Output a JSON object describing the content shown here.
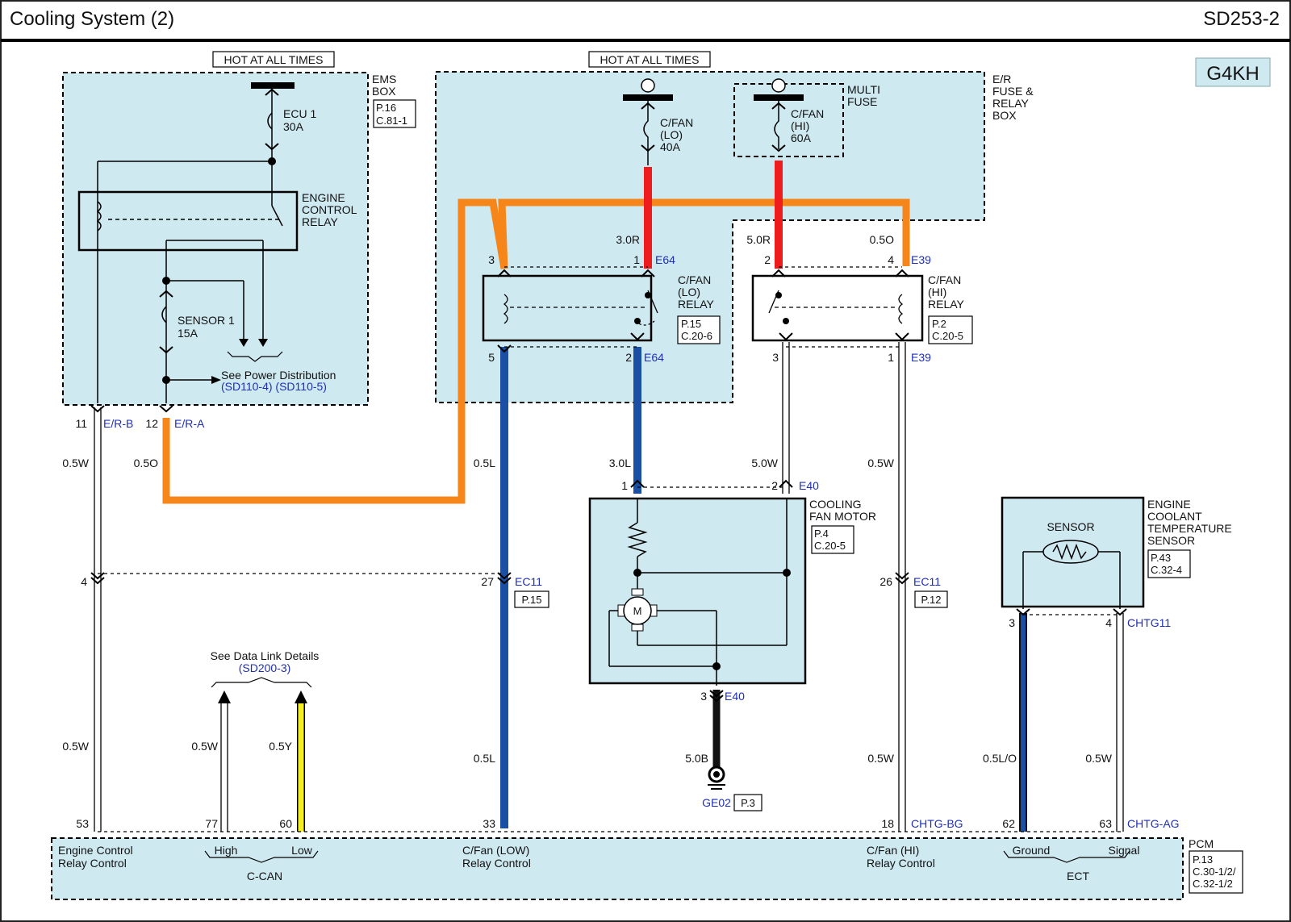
{
  "header": {
    "title": "Cooling System (2)",
    "page_code": "SD253-2",
    "engine_badge": "G4KH"
  },
  "colors": {
    "box_fill": "#cfe9f1",
    "wire_orange": "#f7861a",
    "wire_red": "#ee1c1c",
    "wire_blue": "#1b4fa3",
    "wire_yellow": "#f4ee1c",
    "wire_black": "#111111",
    "connector_text": "#1e2fb4"
  },
  "labels": {
    "hot1": "HOT AT ALL TIMES",
    "hot2": "HOT AT ALL TIMES",
    "ems1": "EMS",
    "ems2": "BOX",
    "ems_ref1": "P.16",
    "ems_ref2": "C.81-1",
    "ecu1": "ECU 1",
    "ecu2": "30A",
    "ecr1": "ENGINE",
    "ecr2": "CONTROL",
    "ecr3": "RELAY",
    "sen1": "SENSOR 1",
    "sen2": "15A",
    "spd1": "See Power Distribution",
    "spd2": "(SD110-4) (SD110-5)",
    "er1": "E/R",
    "er2": "FUSE &",
    "er3": "RELAY",
    "er4": "BOX",
    "mf1": "MULTI",
    "mf2": "FUSE",
    "cflo1": "C/FAN",
    "cflo2": "(LO)",
    "cflo3": "40A",
    "cfhi1": "C/FAN",
    "cfhi2": "(HI)",
    "cfhi3": "60A",
    "w_30r": "3.0R",
    "w_50r": "5.0R",
    "w_05o_top": "0.5O",
    "p3": "3",
    "p1": "1",
    "e64a": "E64",
    "p2a": "2",
    "p4a": "4",
    "e39a": "E39",
    "rlo1": "C/FAN",
    "rlo2": "(LO)",
    "rlo3": "RELAY",
    "rlo_ref1": "P.15",
    "rlo_ref2": "C.20-6",
    "rhi1": "C/FAN",
    "rhi2": "(HI)",
    "rhi3": "RELAY",
    "rhi_ref1": "P.2",
    "rhi_ref2": "C.20-5",
    "p5": "5",
    "p2b": "2",
    "e64b": "E64",
    "p3b": "3",
    "p1b": "1",
    "e39b": "E39",
    "p11": "11",
    "erb": "E/R-B",
    "p12": "12",
    "era": "E/R-A",
    "w_05w_a": "0.5W",
    "w_05o": "0.5O",
    "w_05l_a": "0.5L",
    "w_30l": "3.0L",
    "w_50w": "5.0W",
    "w_05w_b": "0.5W",
    "m1": "1",
    "m2": "2",
    "e40a": "E40",
    "cfm1": "COOLING",
    "cfm2": "FAN MOTOR",
    "cfm_ref1": "P.4",
    "cfm_ref2": "C.20-5",
    "motor_m": "M",
    "ect1": "ENGINE",
    "ect2": "COOLANT",
    "ect3": "TEMPERATURE",
    "ect4": "SENSOR",
    "ect_ref1": "P.43",
    "ect_ref2": "C.32-4",
    "sensor": "SENSOR",
    "p4": "4",
    "p27": "27",
    "ec11a": "EC11",
    "ec11a_ref": "P.15",
    "p26": "26",
    "ec11b": "EC11",
    "ec11b_ref": "P.12",
    "s3": "3",
    "s4": "4",
    "chtg11": "CHTG11",
    "sdl1": "See Data Link Details",
    "sdl2": "(SD200-3)",
    "m3": "3",
    "e40b": "E40",
    "w_05w_c": "0.5W",
    "w_05w_d": "0.5W",
    "w_05y": "0.5Y",
    "w_05l_b": "0.5L",
    "w_50b": "5.0B",
    "w_05w_e": "0.5W",
    "w_05lo": "0.5L/O",
    "w_05w_f": "0.5W",
    "ge02": "GE02",
    "ge02_ref": "P.3",
    "t53": "53",
    "t77": "77",
    "t60": "60",
    "t33": "33",
    "t18": "18",
    "chtgbg": "CHTG-BG",
    "t62": "62",
    "t63": "63",
    "chtgag": "CHTG-AG",
    "pcm1": "Engine Control",
    "pcm2": "Relay Control",
    "pcm_high": "High",
    "pcm_low": "Low",
    "pcm_ccan": "C-CAN",
    "pcm3": "C/Fan (LOW)",
    "pcm4": "Relay Control",
    "pcm5": "C/Fan (HI)",
    "pcm6": "Relay Control",
    "pcm_ground": "Ground",
    "pcm_signal": "Signal",
    "pcm_ect": "ECT",
    "pcm_name": "PCM",
    "pcm_ref1": "P.13",
    "pcm_ref2": "C.30-1/2/",
    "pcm_ref3": "C.32-1/2"
  }
}
